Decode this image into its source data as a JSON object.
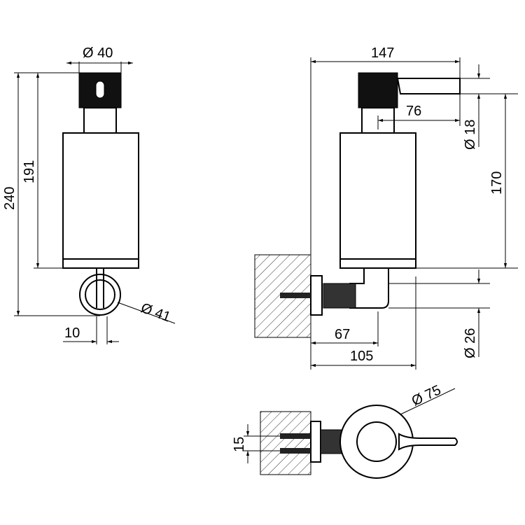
{
  "diagram": {
    "front_view": {
      "dim_top_diameter": "Ø 40",
      "dim_total_height": "240",
      "dim_body_height": "191",
      "dim_ring_diameter": "Ø 41",
      "dim_ring_width": "10"
    },
    "side_view": {
      "dim_overall_width": "147",
      "dim_spout_length": "76",
      "dim_spout_diameter": "Ø 18",
      "dim_height_to_spout": "170",
      "dim_bracket_diameter": "Ø 26",
      "dim_offset_67": "67",
      "dim_offset_105": "105"
    },
    "top_view": {
      "dim_ring_diameter": "Ø 75",
      "dim_screw_spacing": "15"
    }
  }
}
